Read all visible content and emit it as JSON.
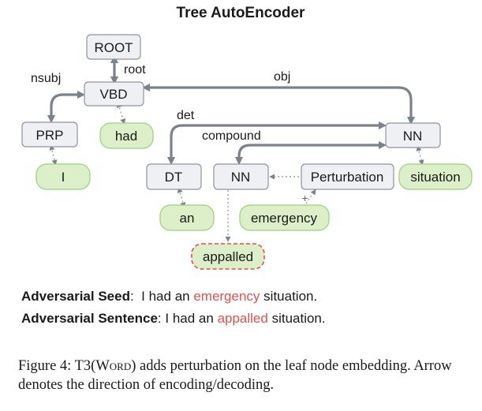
{
  "title": "Tree AutoEncoder",
  "nodes": {
    "root": "ROOT",
    "vbd": "VBD",
    "prp": "PRP",
    "had": "had",
    "i": "I",
    "nn_situation": "NN",
    "dt": "DT",
    "nn_emergency": "NN",
    "perturbation": "Perturbation",
    "situation": "situation",
    "an": "an",
    "emergency": "emergency",
    "appalled": "appalled"
  },
  "edge_labels": {
    "root": "root",
    "nsubj": "nsubj",
    "obj": "obj",
    "det": "det",
    "compound": "compound",
    "plus": "+"
  },
  "seed": {
    "label": "Adversarial Seed",
    "sep": ":",
    "before": "I had an ",
    "highlight": "emergency",
    "after": " situation."
  },
  "sentence": {
    "label": "Adversarial Sentence",
    "sep": ":",
    "before": "I had an ",
    "highlight": "appalled",
    "after": " situation."
  },
  "caption": {
    "prefix": "Figure 4: T3(",
    "word": "Word",
    "suffix": ") adds perturbation on the leaf node embedding. Arrow denotes the direction of encoding/decoding."
  },
  "colors": {
    "node_fill": "#eef0f4",
    "leaf_fill": "#dcefc9",
    "highlight": "#e0514e",
    "arc": "#7a828c"
  }
}
